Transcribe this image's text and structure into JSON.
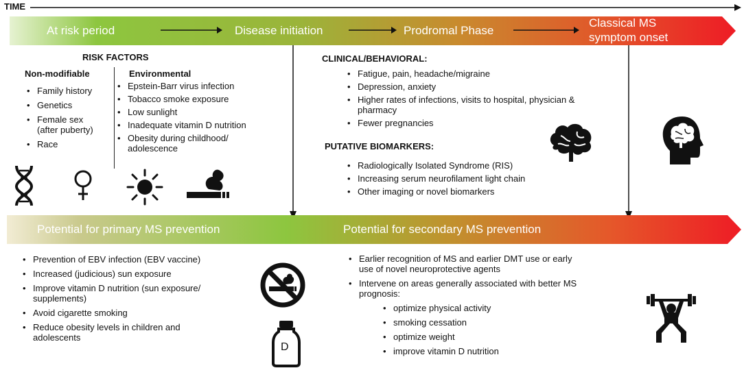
{
  "time_label": "TIME",
  "top_band": {
    "phases": [
      "At risk period",
      "Disease initiation",
      "Prodromal Phase",
      "Classical MS symptom onset"
    ],
    "classical_line1": "Classical MS",
    "classical_line2": "symptom onset"
  },
  "risk_factors": {
    "title": "RISK FACTORS",
    "nonmodifiable": {
      "title": "Non-modifiable",
      "items": [
        "Family history",
        "Genetics",
        "Female sex (after puberty)",
        "Race"
      ]
    },
    "environmental": {
      "title": "Environmental",
      "items": [
        "Epstein-Barr virus infection",
        "Tobacco smoke exposure",
        "Low sunlight",
        "Inadequate vitamin D nutrition",
        "Obesity during childhood/ adolescence"
      ]
    }
  },
  "clinical": {
    "title": "CLINICAL/BEHAVIORAL:",
    "items": [
      "Fatigue, pain, headache/migraine",
      "Depression, anxiety",
      "Higher rates of infections, visits to hospital, physician & pharmacy",
      "Fewer pregnancies"
    ]
  },
  "biomarkers": {
    "title": "PUTATIVE BIOMARKERS:",
    "items": [
      "Radiologically Isolated Syndrome (RIS)",
      "Increasing serum neurofilament light chain",
      "Other imaging or novel biomarkers"
    ]
  },
  "bottom_band": {
    "primary": "Potential for primary MS prevention",
    "secondary": "Potential for secondary MS prevention"
  },
  "primary_prevention": {
    "items": [
      "Prevention of EBV infection (EBV vaccine)",
      "Increased (judicious) sun exposure",
      "Improve vitamin D nutrition (sun exposure/ supplements)",
      "Avoid cigarette smoking",
      "Reduce obesity levels in children and adolescents"
    ]
  },
  "secondary_prevention": {
    "items": [
      "Earlier recognition of MS and earlier DMT use or early use of novel neuroprotective agents",
      "Intervene on areas generally associated with better MS prognosis:"
    ],
    "subitems": [
      "optimize physical activity",
      "smoking cessation",
      "optimize weight",
      "improve vitamin D nutrition"
    ]
  },
  "vitamin_label": "D",
  "colors": {
    "green": "#8dc63f",
    "orange": "#e8832a",
    "red": "#ee1c25"
  }
}
